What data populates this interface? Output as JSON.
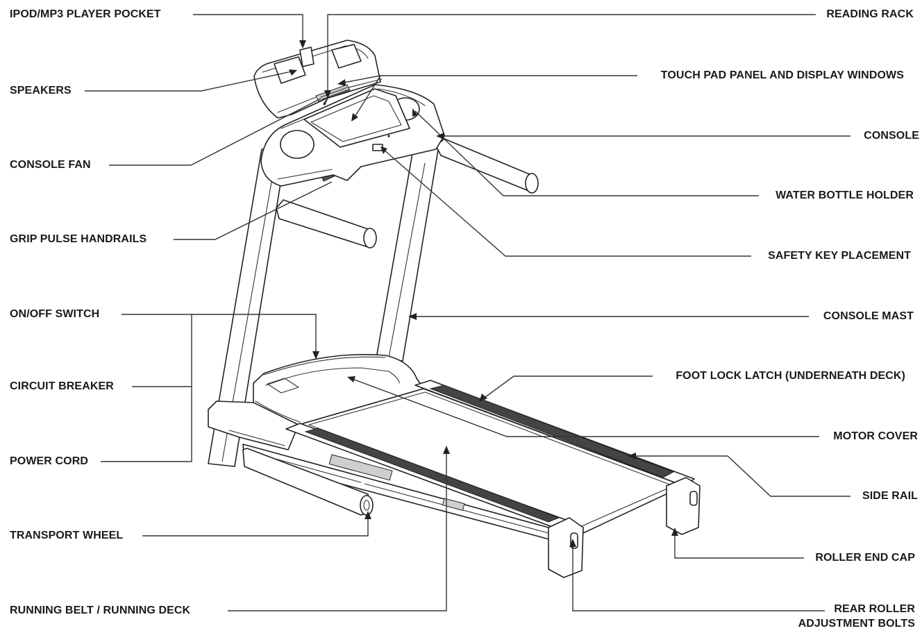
{
  "labels": {
    "ipod_pocket": "IPOD/MP3 PLAYER POCKET",
    "speakers": "SPEAKERS",
    "console_fan": "CONSOLE FAN",
    "grip_pulse": "GRIP PULSE HANDRAILS",
    "on_off": "ON/OFF SWITCH",
    "circuit_breaker": "CIRCUIT BREAKER",
    "power_cord": "POWER CORD",
    "transport_wheel": "TRANSPORT WHEEL",
    "running_belt": "RUNNING BELT / RUNNING DECK",
    "reading_rack": "READING RACK",
    "touch_pad": "TOUCH PAD PANEL AND DISPLAY WINDOWS",
    "console": "CONSOLE",
    "water_bottle": "WATER BOTTLE HOLDER",
    "safety_key": "SAFETY KEY PLACEMENT",
    "console_mast": "CONSOLE MAST",
    "foot_lock": "FOOT LOCK LATCH (UNDERNEATH DECK)",
    "motor_cover": "MOTOR COVER",
    "side_rail": "SIDE RAIL",
    "roller_end_cap": "ROLLER END CAP",
    "rear_roller_1": "REAR ROLLER",
    "rear_roller_2": "ADJUSTMENT BOLTS"
  },
  "colors": {
    "line": "#333333",
    "text": "#1a1a1a",
    "background": "#ffffff"
  }
}
